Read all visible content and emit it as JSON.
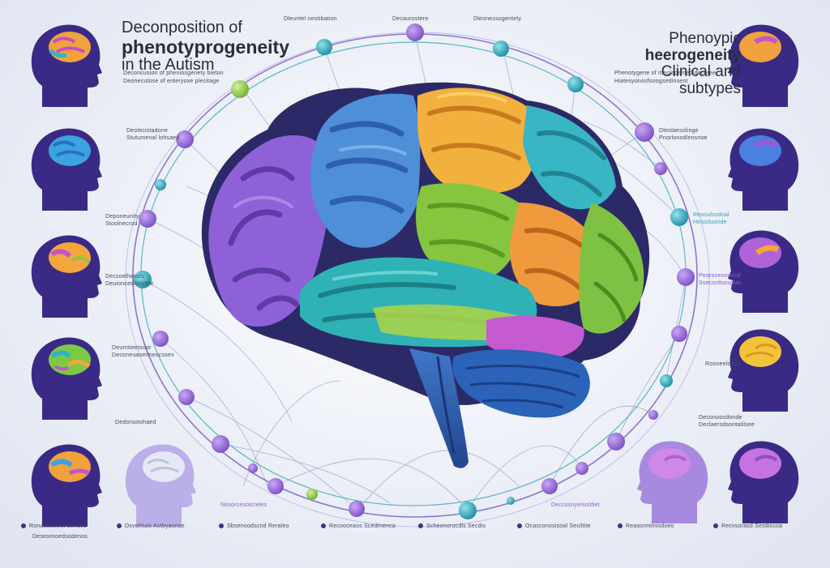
{
  "title_left": {
    "line1": "Deconposition of",
    "line2": "phenotyprogeneity",
    "line3": "in the Autism"
  },
  "title_right": {
    "line1": "Phenoypic",
    "line2": "heerogeneity",
    "line3": "Clinical and subtypes"
  },
  "captions": {
    "top_left_1": "Deconcusion of pheniosgenety bieton",
    "top_left_2": "Deonecutose of enteryoxe plecitage",
    "top_center_1": "Dleuntel neotibation",
    "top_center_2": "Decaurostere",
    "top_right_center": "Dleonessogentety",
    "top_right_1": "Phenotygene of meolepemed decoree",
    "top_right_2": "Hiatesyonosfsoogsedinsent",
    "left_1": "Deolecistadone",
    "left_2": "Stutumenal lohsaed",
    "left_3": "Deponeunity",
    "left_4": "Stoolnecrod",
    "left_5": "Decsoelhwuds",
    "left_6": "Deuioncedlonidtte",
    "left_7": "Deurntieetsoor",
    "left_8": "Deconeuaserlneocsses",
    "left_9": "Dedorsotohaed",
    "right_1": "Dleolaesolinge",
    "right_2": "Pnorlonodlensnoe",
    "right_3": "Reoculsodnal",
    "right_4": "Hesoduonde",
    "right_5": "Peoroceondecd",
    "right_6": "Ssecordnosplan",
    "right_7": "Deconoosdonde",
    "right_8": "Declaersdsontatilsee",
    "right_9": "Rooneeloenn",
    "bottom_center_left": "Nosorcesotcreles",
    "bottom_center_right": "Deccosnyeisoldiet",
    "bottom_1": "Ronaoscaciut bexaes",
    "bottom_2": "Dsvolrtuio Aotbyaonse",
    "bottom_3": "Sbsenoodscnd Reraleo",
    "bottom_4": "Recooceaos Scedmenca",
    "bottom_5": "Scheonorucdls Secdis",
    "bottom_6": "Ocasconosisoal Seciltite",
    "bottom_7": "Reasonrelnisdoeo",
    "bottom_8": "Recvsorasd Sesdiscoa",
    "bottom_9": "Deseornoedsodenos"
  },
  "colors": {
    "purple": "#8a5bd6",
    "blue": "#4f8fd8",
    "teal": "#33b4c0",
    "green": "#86c53f",
    "orange": "#f09a3e",
    "yellow": "#f2c43a",
    "magenta": "#c65ad0",
    "dark_blue": "#2a4c9c",
    "head_dark": "#3a2a86",
    "head_light": "#b7a9e8"
  },
  "icons": {
    "head_silhouette": "head-silhouette-icon",
    "network_node": "network-node-icon"
  }
}
